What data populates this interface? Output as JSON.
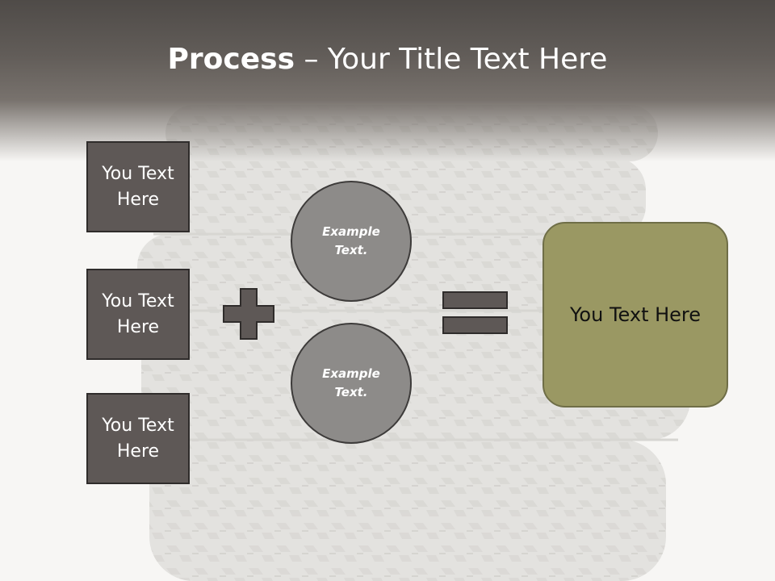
{
  "title": {
    "bold": "Process",
    "rest": " – Your Title Text Here"
  },
  "inputs": [
    {
      "line1": "You Text",
      "line2": "Here"
    },
    {
      "line1": "You Text",
      "line2": "Here"
    },
    {
      "line1": "You Text",
      "line2": "Here"
    }
  ],
  "circles": [
    {
      "line1": "Example",
      "line2": "Text."
    },
    {
      "line1": "Example",
      "line2": "Text."
    }
  ],
  "result": {
    "label": "You Text Here"
  },
  "colors": {
    "header": "#5e5956",
    "box_fill": "#5e5856",
    "circle_fill": "#8d8b89",
    "result_fill": "#9a9863",
    "operator_fill": "#5e5856"
  }
}
